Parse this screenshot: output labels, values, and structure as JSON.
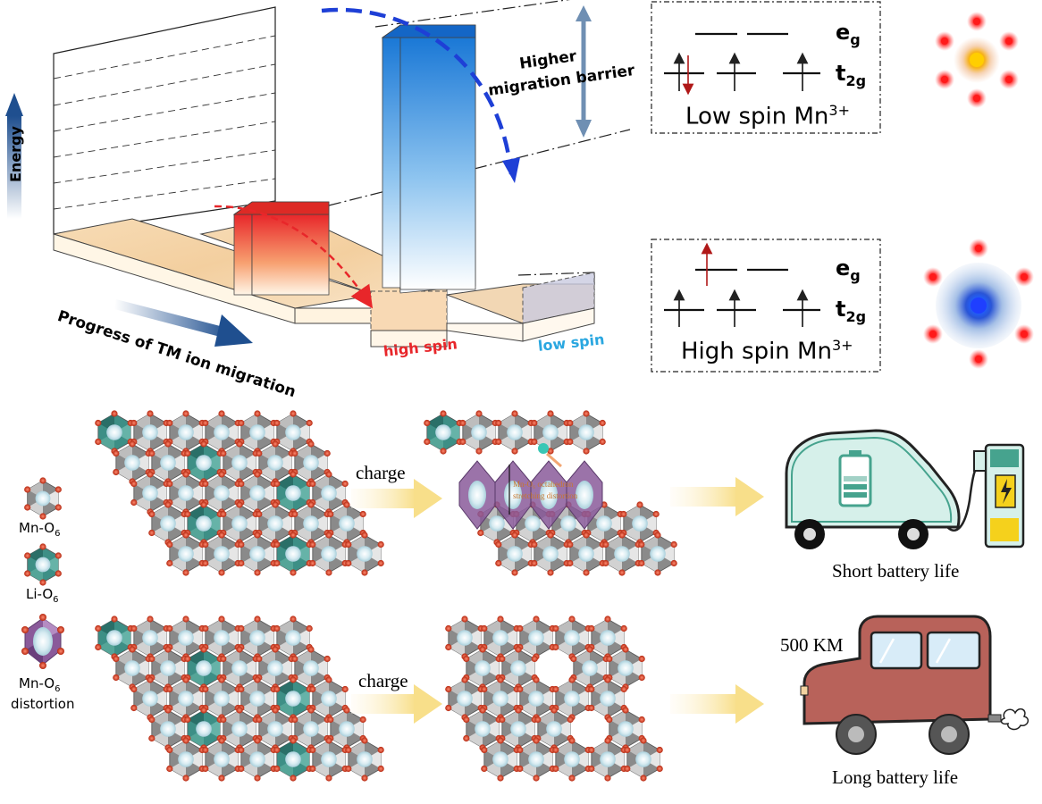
{
  "top_panel": {
    "energy_axis_label": "Energy",
    "migration_axis_label": "Progress of TM ion migration",
    "barrier_label_line1": "Higher",
    "barrier_label_line2": "migration barrier",
    "high_spin_path_label": "high spin",
    "low_spin_path_label": "low spin",
    "high_spin_color": "#e8262a",
    "low_spin_color": "#2aa7e0"
  },
  "orbital_diagrams": {
    "low_spin": {
      "eg_label_main": "e",
      "eg_label_sub": "g",
      "t2g_label_main": "t",
      "t2g_label_sub": "2g",
      "title_main": "Low spin Mn",
      "title_sup": "3+"
    },
    "high_spin": {
      "eg_label_main": "e",
      "eg_label_sub": "g",
      "t2g_label_main": "t",
      "t2g_label_sub": "2g",
      "title_main": "High spin Mn",
      "title_sup": "3+"
    }
  },
  "legend": {
    "mn_o6_main": "Mn-O",
    "mn_o6_sub": "6",
    "li_o6_main": "Li-O",
    "li_o6_sub": "6",
    "distortion_line1_main": "Mn-O",
    "distortion_line1_sub": "6",
    "distortion_line2": "distortion"
  },
  "bottom_panel": {
    "charge_label_top": "charge",
    "charge_label_bottom": "charge",
    "distortion_annotation_line1": "Mn-O₆ octahedron",
    "distortion_annotation_line2": "stretching distortion",
    "short_life_label": "Short battery life",
    "long_life_label": "Long battery life",
    "distance_label": "500 KM"
  }
}
